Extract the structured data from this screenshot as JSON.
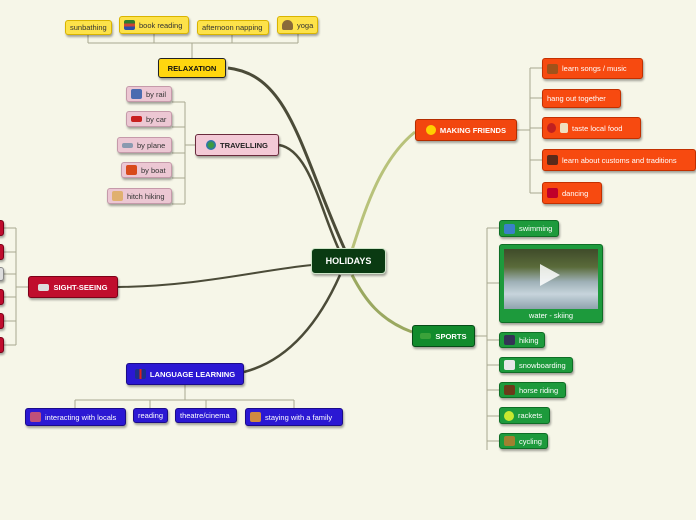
{
  "center": {
    "label": "HOLIDAYS"
  },
  "relaxation": {
    "label": "RELAXATION",
    "items": [
      "sunbathing",
      "book reading",
      "afternoon napping",
      "yoga"
    ]
  },
  "travelling": {
    "label": "TRAVELLING",
    "items": [
      "by rail",
      "by car",
      "by plane",
      "by boat",
      "hitch hiking"
    ]
  },
  "sightseeing": {
    "label": "SIGHT-SEEING"
  },
  "language": {
    "label": "LANGUAGE LEARNING",
    "items": [
      "interacting with locals",
      "reading",
      "theatre/cinema",
      "staying with a family"
    ]
  },
  "friends": {
    "label": "MAKING FRIENDS",
    "items": [
      "learn songs / music",
      "hang out together",
      "taste local food",
      "learn about customs and traditions",
      "dancing"
    ]
  },
  "sports": {
    "label": "SPORTS",
    "items": [
      "swimming",
      "water - skiing",
      "hiking",
      "snowboarding",
      "horse riding",
      "rackets",
      "cycling"
    ]
  },
  "colors": {
    "relaxation": "#ffd60f",
    "travelling": "#f3c9d6",
    "sightseeing": "#c00d2d",
    "language": "#2b18d3",
    "friends": "#f2460f",
    "sports": "#118b2c",
    "center": "#0a3a12"
  }
}
